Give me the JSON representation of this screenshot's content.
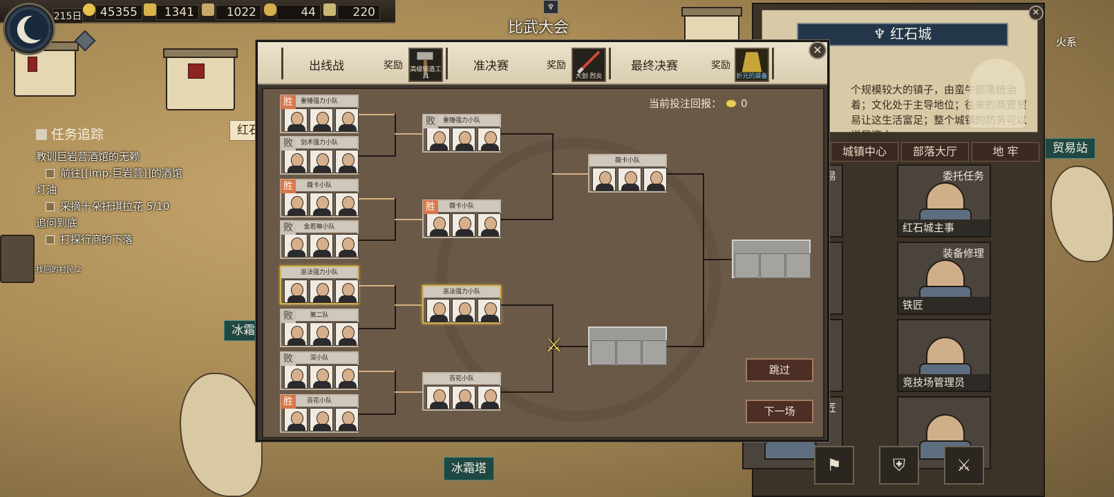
{
  "resources": {
    "day": "215日",
    "r1": "45355",
    "r2": "1341",
    "r3": "1022",
    "r4": "44",
    "r5": "220"
  },
  "map": {
    "label_hongshi": "红石",
    "label_icefrost_1": "冰霜",
    "label_icefrost_2": "冰霜塔",
    "label_trade": "贸易站",
    "label_huoxi": "火系"
  },
  "quest": {
    "header": "任务追踪",
    "items": [
      {
        "kind": "title",
        "text": "教训巨岩营酒馆的无赖"
      },
      {
        "kind": "sub",
        "text": "前往[[imp:巨岩营]]的酒馆"
      },
      {
        "kind": "title",
        "text": "灯油"
      },
      {
        "kind": "sub",
        "text": "采摘十朵托琪拉花 5/10"
      },
      {
        "kind": "title",
        "text": "追问到底"
      },
      {
        "kind": "sub",
        "text": "打探行商的下落"
      }
    ],
    "footer": "找回的村民:2"
  },
  "town": {
    "name": "红石城",
    "description": "个规模较大的镇子，由蛮牛部落统治着；文化处于主导地位；往来的商贾贸易让这生活富足；整个城镇的防务可以说是滴水",
    "tabs": [
      "城镇中心",
      "部落大厅",
      "地 牢"
    ],
    "npcs": [
      {
        "func": "物品贸易",
        "name": ""
      },
      {
        "func": "委托任务",
        "name": "红石城主事"
      },
      {
        "func": "",
        "name": ""
      },
      {
        "func": "装备修理",
        "name": "铁匠"
      },
      {
        "func": "",
        "name": ""
      },
      {
        "func": "",
        "name": "竞技场管理员"
      },
      {
        "func": "赫炎工匠",
        "name": ""
      },
      {
        "func": "",
        "name": ""
      }
    ]
  },
  "dialog": {
    "title": "比武大会",
    "rounds": [
      {
        "label": "出线战",
        "reward_label": "奖励",
        "reward_item": "高级锻造工具"
      },
      {
        "label": "准决赛",
        "reward_label": "奖励",
        "reward_item": "大剑·烈炎"
      },
      {
        "label": "最终决赛",
        "reward_label": "奖励",
        "reward_item": "折光的装备"
      }
    ],
    "odds_label": "当前投注回报：",
    "odds_value": "0",
    "teams_r1": [
      {
        "name": "重锤强力小队",
        "result": "胜"
      },
      {
        "name": "剑术强力小队",
        "result": "败"
      },
      {
        "name": "薇卡小队",
        "result": "胜"
      },
      {
        "name": "金若琳小队",
        "result": "败"
      },
      {
        "name": "巫法强力小队",
        "result": ""
      },
      {
        "name": "第二队",
        "result": "败"
      },
      {
        "name": "深小队",
        "result": "败"
      },
      {
        "name": "百花小队",
        "result": "胜"
      }
    ],
    "teams_r2": [
      {
        "name": "重锤强力小队",
        "result": "败"
      },
      {
        "name": "薇卡小队",
        "result": "胜"
      },
      {
        "name": "巫法强力小队",
        "result": ""
      },
      {
        "name": "百花小队",
        "result": ""
      }
    ],
    "teams_r3": [
      {
        "name": "薇卡小队",
        "result": ""
      }
    ],
    "skip_label": "跳过",
    "next_label": "下一场"
  }
}
